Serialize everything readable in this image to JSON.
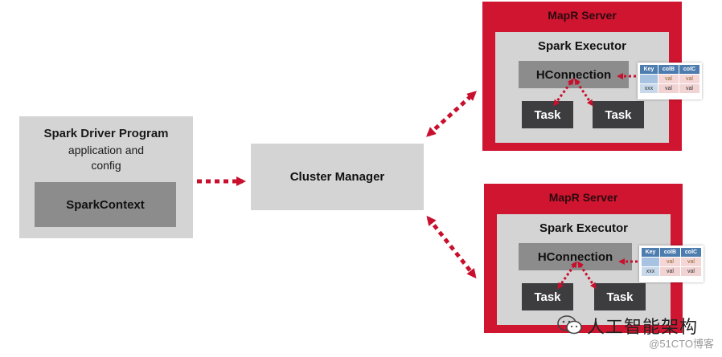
{
  "driver": {
    "title": "Spark Driver Program",
    "sub1": "application and",
    "sub2": "config",
    "context": "SparkContext"
  },
  "cluster_manager": {
    "label": "Cluster Manager"
  },
  "servers": [
    {
      "title": "MapR Server",
      "executor": "Spark Executor",
      "hconnection": "HConnection",
      "tasks": [
        "Task",
        "Task"
      ]
    },
    {
      "title": "MapR Server",
      "executor": "Spark Executor",
      "hconnection": "HConnection",
      "tasks": [
        "Task",
        "Task"
      ]
    }
  ],
  "mini_table": {
    "headers": [
      "Key",
      "colB",
      "colC"
    ],
    "rows": [
      [
        "",
        "val",
        "val"
      ],
      [
        "xxx",
        "val",
        "val"
      ]
    ]
  },
  "watermark": {
    "title": "人工智能架构",
    "credit": "@51CTO博客"
  },
  "colors": {
    "red": "#cf1530",
    "arrow": "#c8102e",
    "gray": "#d4d4d4",
    "dark": "#3d3d40"
  }
}
